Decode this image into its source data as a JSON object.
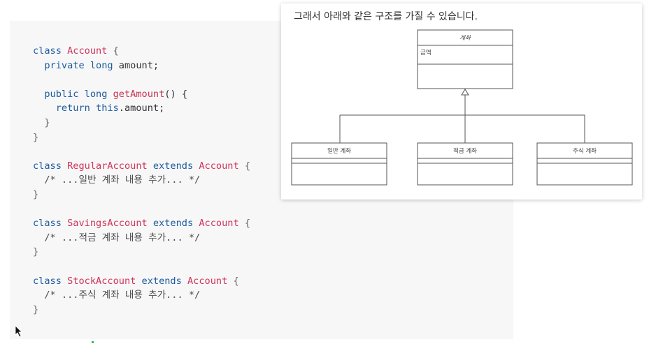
{
  "code": {
    "line1": {
      "kw": "class",
      "name": "Account",
      "brace": "{"
    },
    "line2": {
      "kw1": "private",
      "kw2": "long",
      "field": "amount;"
    },
    "line4": {
      "kw1": "public",
      "kw2": "long",
      "method": "getAmount",
      "rest": "() {"
    },
    "line5": {
      "kw1": "return",
      "kw2": "this",
      "rest": ".amount;"
    },
    "line6": "}",
    "line7": "}",
    "regular": {
      "kw": "class",
      "name": "RegularAccount",
      "ext": "extends",
      "parent": "Account",
      "brace": "{",
      "comment": "/* ...일반 계좌 내용 추가... */",
      "close": "}"
    },
    "savings": {
      "kw": "class",
      "name": "SavingsAccount",
      "ext": "extends",
      "parent": "Account",
      "brace": "{",
      "comment": "/* ...적금 계좌 내용 추가... */",
      "close": "}"
    },
    "stock": {
      "kw": "class",
      "name": "StockAccount",
      "ext": "extends",
      "parent": "Account",
      "brace": "{",
      "comment": "/* ...주식 계좌 내용 추가... */",
      "close": "}"
    }
  },
  "card": {
    "title": "그래서 아래와 같은 구조를 가질 수 있습니다."
  },
  "uml": {
    "parent": {
      "name": "계좌",
      "attribute": "금액"
    },
    "children": [
      {
        "name": "일반 계좌"
      },
      {
        "name": "적금 계좌"
      },
      {
        "name": "주식 계좌"
      }
    ]
  }
}
